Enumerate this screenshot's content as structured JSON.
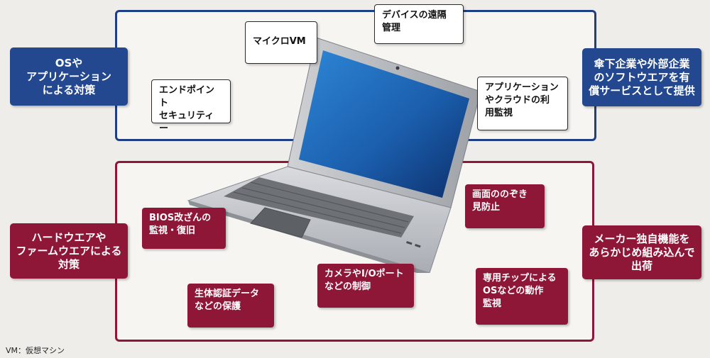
{
  "left": {
    "software_label": "OSや\nアプリケーション\nによる対策",
    "hardware_label": "ハードウエアや\nファームウエアによる\n対策"
  },
  "right": {
    "software_label": "傘下企業や外部企業\nのソフトウエアを有\n償サービスとして提供",
    "hardware_label": "メーカー独自機能を\nあらかじめ組み込んで\n出荷"
  },
  "software_items": [
    "マイクロVM",
    "デバイスの遠隔\n管理",
    "エンドポイント\nセキュリティー",
    "アプリケーション\nやクラウドの利\n用監視"
  ],
  "hardware_items": [
    "BIOS改ざんの\n監視・復旧",
    "画面ののぞき\n見防止",
    "カメラやI/Oポート\nなどの制御",
    "専用チップによる\nOSなどの動作\n監視",
    "生体認証データ\nなどの保護"
  ],
  "footnote": "VM：仮想マシン",
  "colors": {
    "blue": "#23488f",
    "red": "#8e1738",
    "screen": "#1b63b0"
  }
}
